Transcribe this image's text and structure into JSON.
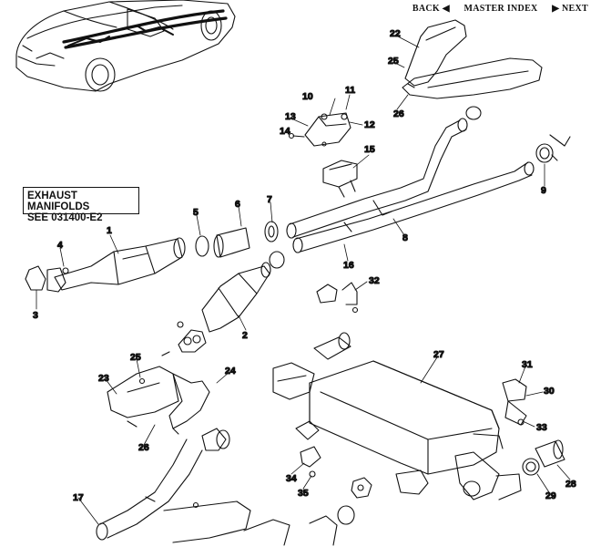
{
  "nav": {
    "back_label": "BACK",
    "back_arrow": "◀",
    "master_index_label": "MASTER INDEX",
    "next_arrow": "▶",
    "next_label": "NEXT"
  },
  "note": {
    "line1": "EXHAUST MANIFOLDS",
    "line2": "SEE 031400-E2"
  },
  "thumbnail": {
    "icon": "car-thumbnail-icon"
  },
  "callouts": [
    {
      "id": "c1",
      "label": "1"
    },
    {
      "id": "c2",
      "label": "2"
    },
    {
      "id": "c3",
      "label": "3"
    },
    {
      "id": "c4",
      "label": "4"
    },
    {
      "id": "c5",
      "label": "5"
    },
    {
      "id": "c6",
      "label": "6"
    },
    {
      "id": "c7",
      "label": "7"
    },
    {
      "id": "c8",
      "label": "8"
    },
    {
      "id": "c9",
      "label": "9"
    },
    {
      "id": "c10",
      "label": "10"
    },
    {
      "id": "c11",
      "label": "11"
    },
    {
      "id": "c12",
      "label": "12"
    },
    {
      "id": "c13",
      "label": "13"
    },
    {
      "id": "c14",
      "label": "14"
    },
    {
      "id": "c15",
      "label": "15"
    },
    {
      "id": "c16",
      "label": "16"
    },
    {
      "id": "c17",
      "label": "17"
    },
    {
      "id": "c22",
      "label": "22"
    },
    {
      "id": "c23",
      "label": "23"
    },
    {
      "id": "c24",
      "label": "24"
    },
    {
      "id": "c25a",
      "label": "25"
    },
    {
      "id": "c25b",
      "label": "25"
    },
    {
      "id": "c26a",
      "label": "26"
    },
    {
      "id": "c26b",
      "label": "26"
    },
    {
      "id": "c27",
      "label": "27"
    },
    {
      "id": "c28",
      "label": "28"
    },
    {
      "id": "c29",
      "label": "29"
    },
    {
      "id": "c30",
      "label": "30"
    },
    {
      "id": "c31",
      "label": "31"
    },
    {
      "id": "c32",
      "label": "32"
    },
    {
      "id": "c33",
      "label": "33"
    },
    {
      "id": "c34",
      "label": "34"
    },
    {
      "id": "c35",
      "label": "35"
    }
  ],
  "colors": {
    "ink": "#111111",
    "paper": "#ffffff"
  }
}
